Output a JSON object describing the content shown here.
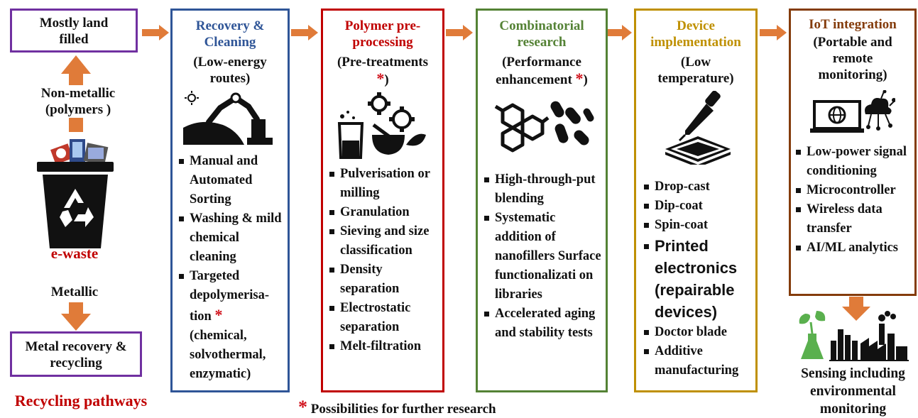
{
  "left": {
    "top_box": "Mostly land filled",
    "non_metallic": "Non-metallic (polymers )",
    "ewaste": "e-waste",
    "metallic": "Metallic",
    "bottom_box": "Metal recovery & recycling",
    "footer": "Recycling pathways"
  },
  "stages": [
    {
      "title": "Recovery & Cleaning",
      "subtitle": "(Low-energy routes)",
      "bullets": [
        "Manual and Automated Sorting",
        "Washing & mild chemical cleaning",
        "Targeted depolymerisa-tion",
        "(chemical, solvothermal, enzymatic)"
      ]
    },
    {
      "title": "Polymer pre-processing",
      "subtitle": "(Pre-treatments",
      "subtitle_end": ")",
      "bullets": [
        "Pulverisation or milling",
        "Granulation",
        "Sieving and size classification",
        "Density separation",
        "Electrostatic separation",
        "Melt-filtration"
      ]
    },
    {
      "title": "Combinatorial research",
      "subtitle": "(Performance enhancement",
      "subtitle_end": ")",
      "bullets": [
        "High-through-put blending",
        "Systematic addition of nanofillers Surface functionalizati on libraries",
        "Accelerated aging and stability tests"
      ]
    },
    {
      "title": "Device implementation",
      "subtitle": "(Low temperature)",
      "bullets": [
        "Drop-cast",
        "Dip-coat",
        "Spin-coat",
        "Printed electronics (repairable devices)",
        "Doctor blade",
        "Additive manufacturing"
      ]
    },
    {
      "title": "IoT integration",
      "subtitle": "(Portable and remote monitoring)",
      "bullets": [
        "Low-power signal conditioning",
        "Microcontroller",
        "Wireless data transfer",
        "AI/ML analytics"
      ]
    }
  ],
  "star_mark": "*",
  "sensing": "Sensing including environmental monitoring",
  "footnote": "Possibilities for further research",
  "colors": {
    "purple": "#7030a0",
    "blue": "#2f5597",
    "red": "#c00000",
    "green": "#548235",
    "gold": "#bf9000",
    "brown": "#843c0c",
    "arrow": "#e07b39"
  }
}
